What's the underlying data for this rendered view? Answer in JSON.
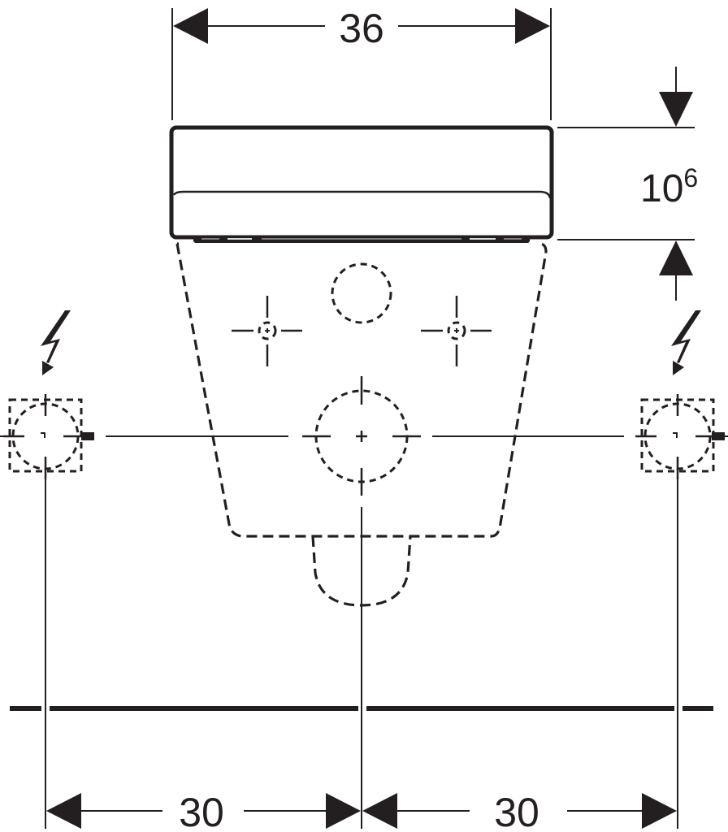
{
  "drawing": {
    "type": "technical-dimension-drawing",
    "subject": "wall-hung WC front view with flush plate and electrical connections",
    "line_color": "#231f20",
    "background": "#ffffff",
    "units_note": "cm"
  },
  "dimensions": {
    "top_width": {
      "label": "36",
      "orientation": "horizontal"
    },
    "plate_height": {
      "label": "10",
      "superscript": "6",
      "orientation": "vertical"
    },
    "left_offset": {
      "label": "30",
      "orientation": "horizontal"
    },
    "right_offset": {
      "label": "30",
      "orientation": "horizontal"
    }
  },
  "symbols": {
    "left_power": {
      "icon": "lightning-bolt-icon"
    },
    "right_power": {
      "icon": "lightning-bolt-icon"
    },
    "left_socket": {
      "icon": "electrical-box-icon"
    },
    "right_socket": {
      "icon": "electrical-box-icon"
    },
    "upper_port": {
      "icon": "dashed-circle-icon"
    },
    "left_fixing": {
      "icon": "fixing-point-crosshair-icon"
    },
    "right_fixing": {
      "icon": "fixing-point-crosshair-icon"
    },
    "drain": {
      "icon": "drain-outlet-crosshair-icon"
    }
  }
}
